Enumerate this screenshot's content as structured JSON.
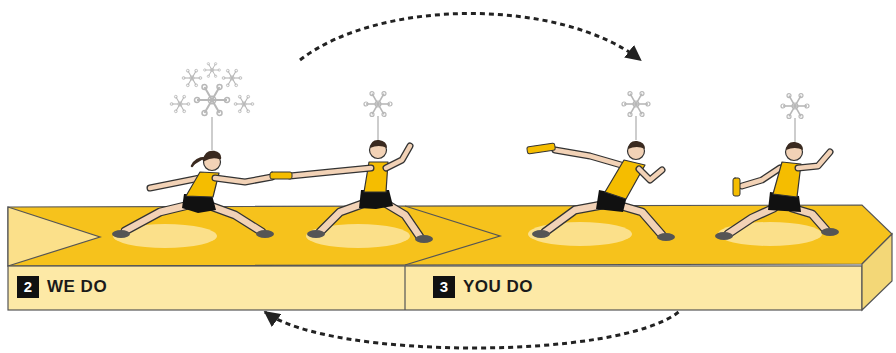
{
  "diagram": {
    "nodes": [
      {
        "text": [
          "2",
          "WE DO"
        ]
      },
      {
        "text": [
          "3",
          "YOU DO"
        ]
      }
    ],
    "edges": [
      {
        "from": 0,
        "to": 1,
        "arrow": "to"
      },
      {
        "from": 1,
        "to": 0,
        "arrow": "to"
      }
    ]
  }
}
